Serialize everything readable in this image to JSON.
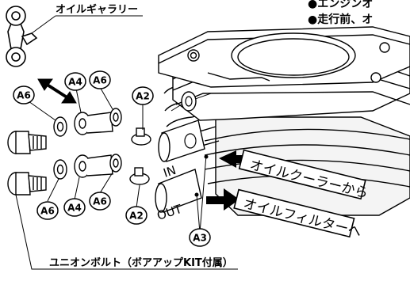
{
  "notes": {
    "line1": "●エンジンオ",
    "line2": "●走行前、オ"
  },
  "labels": {
    "oil_gallery": "オイルギャラリー",
    "union_bolt": "ユニオンボルト（ボアアップKIT付属）",
    "from_oil_cooler": "オイルクーラーから",
    "to_oil_filter": "オイルフィルターへ",
    "port_in": "IN",
    "port_out": "OUT"
  },
  "callouts": {
    "a6_top": "A6",
    "a4_top": "A4",
    "a6_top2": "A6",
    "a2_top": "A2",
    "a6_bottom_left": "A6",
    "a4_bottom": "A4",
    "a6_bottom2": "A6",
    "a2_bottom": "A2",
    "a3": "A3"
  }
}
